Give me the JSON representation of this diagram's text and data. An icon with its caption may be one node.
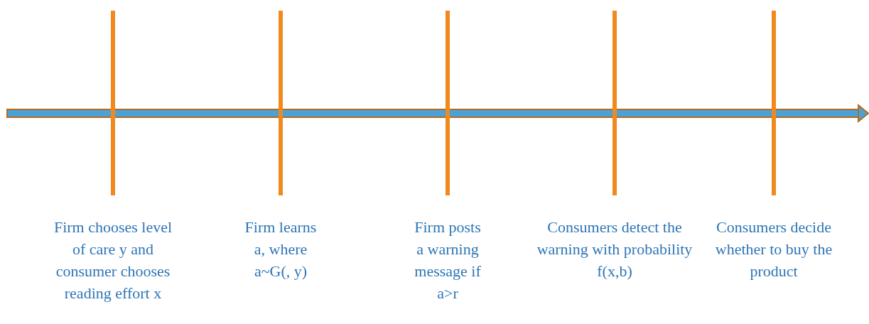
{
  "diagram": {
    "labels": [
      "Firm chooses level of care y and consumer chooses reading effort x",
      "Firm learns a, where a~G(, y)",
      "Firm posts a warning message if a>r",
      "Consumers detect the warning with probability f(x,b)",
      "Consumers decide whether to buy the product"
    ]
  }
}
